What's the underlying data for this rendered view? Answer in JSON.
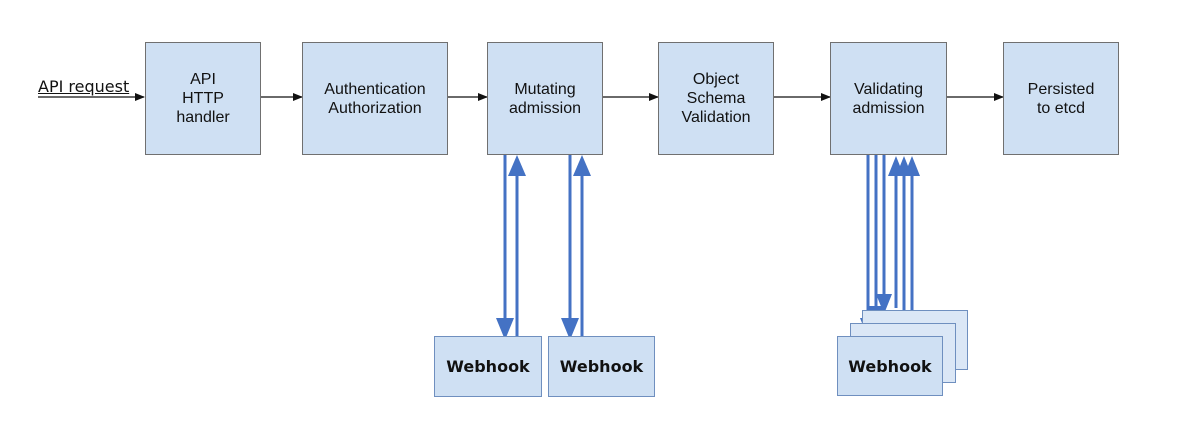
{
  "input_label": "API request",
  "stages": [
    "API\nHTTP\nhandler",
    "Authentication\nAuthorization",
    "Mutating\nadmission",
    "Object\nSchema\nValidation",
    "Validating\nadmission",
    "Persisted\nto etcd"
  ],
  "webhooks": {
    "mutating_1": "Webhook",
    "mutating_2": "Webhook",
    "validating": "Webhook"
  },
  "colors": {
    "box_fill": "#cfe0f3",
    "box_border": "#707070",
    "webhook_arrow": "#4472c4",
    "flow_arrow": "#111111"
  }
}
